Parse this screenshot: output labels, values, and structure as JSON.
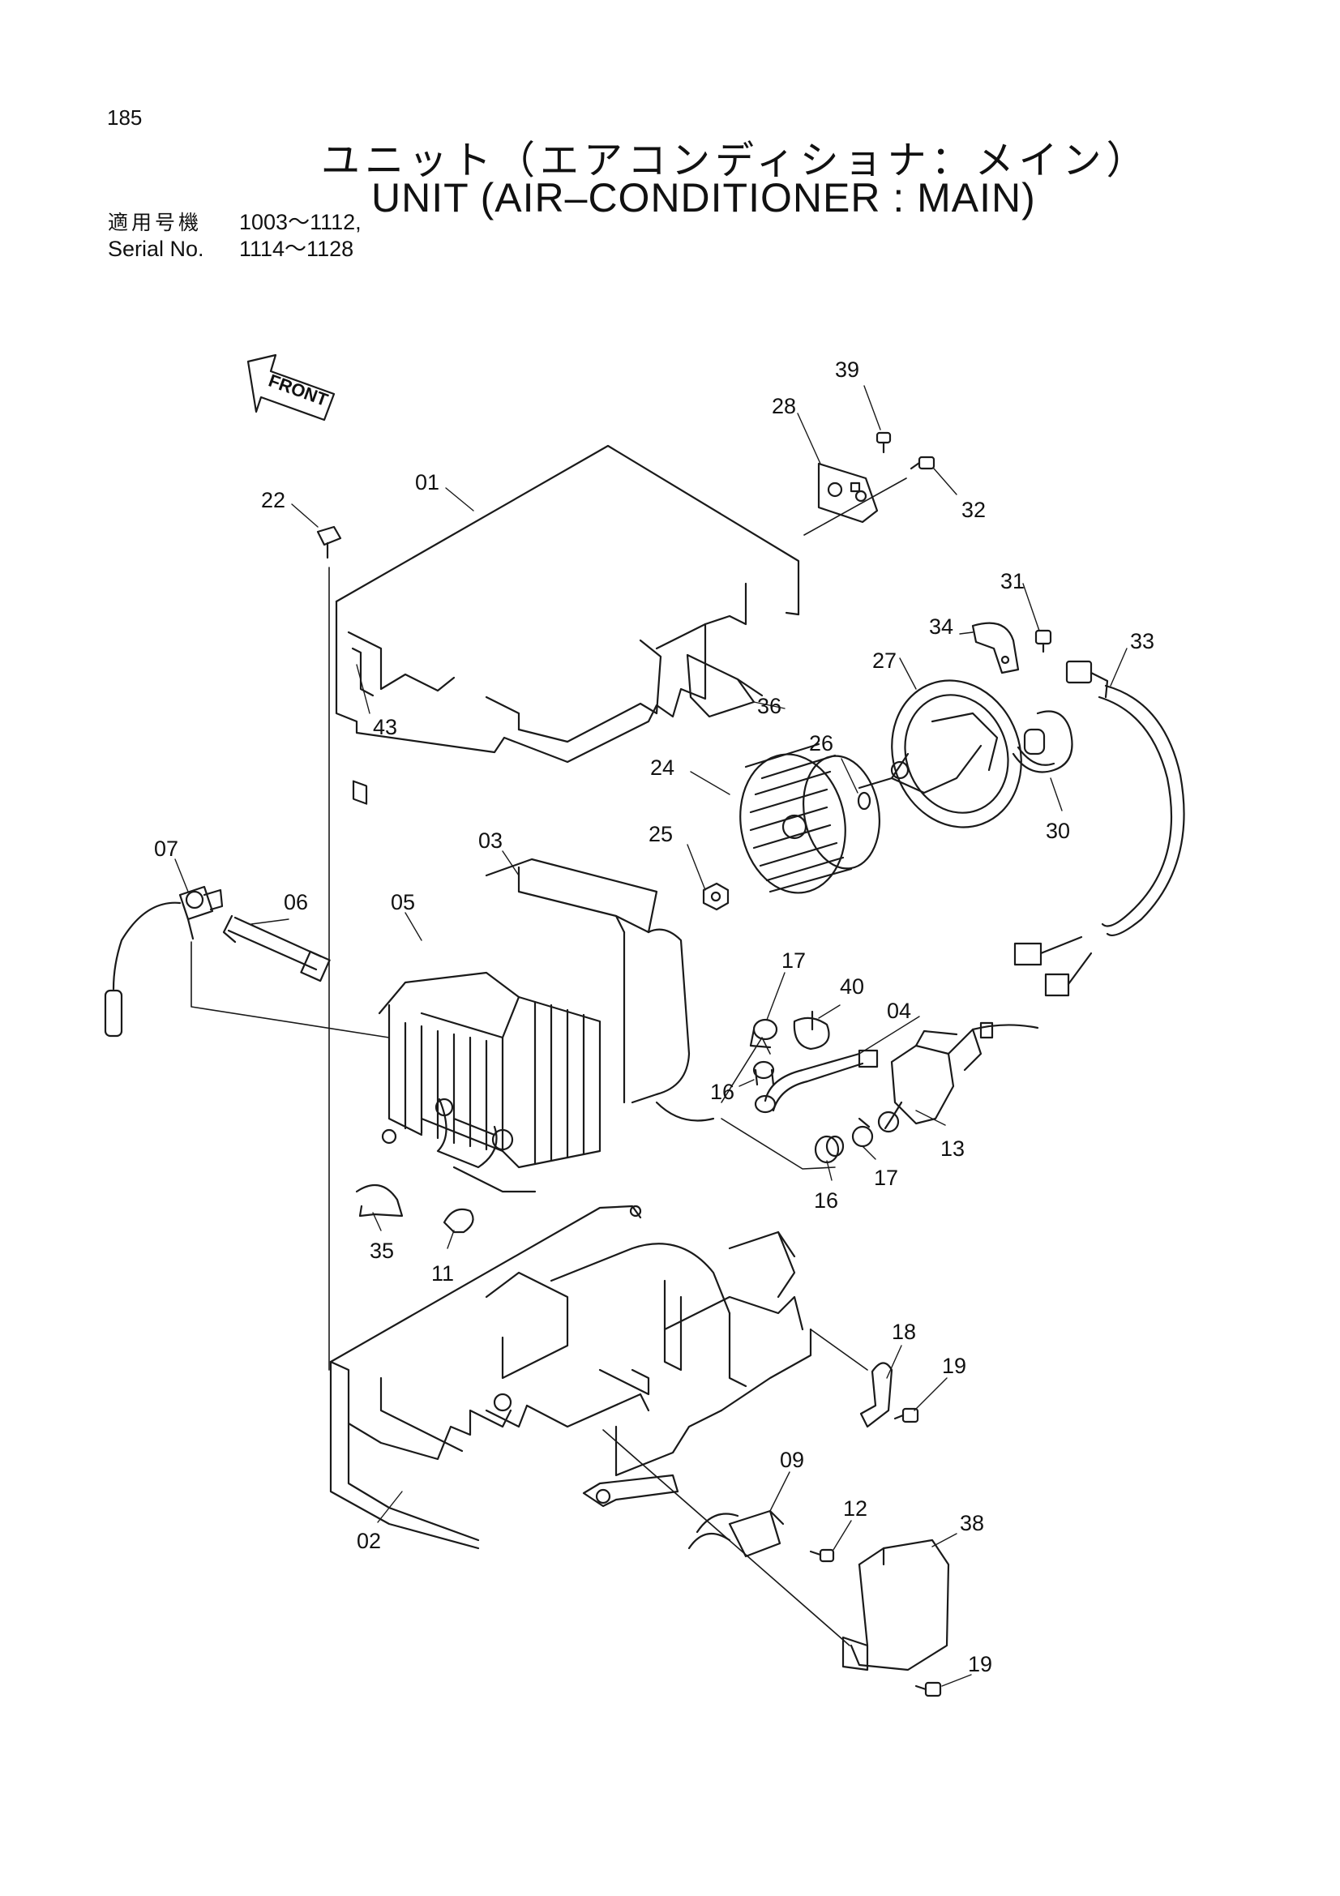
{
  "page": {
    "number": "185",
    "title_jp": "ユニット（エアコンディショナ：メイン）",
    "title_en": "UNIT (AIR–CONDITIONER : MAIN)"
  },
  "serials": [
    {
      "label": "適用号機",
      "value": "1003～1112,"
    },
    {
      "label": "Serial No.",
      "value": "1114～1128"
    }
  ],
  "front_arrow_label": "FRONT",
  "callouts": [
    "39",
    "28",
    "32",
    "01",
    "22",
    "31",
    "34",
    "33",
    "27",
    "36",
    "43",
    "26",
    "24",
    "30",
    "25",
    "03",
    "07",
    "06",
    "05",
    "17",
    "40",
    "04",
    "16",
    "13",
    "16",
    "17",
    "35",
    "11",
    "18",
    "19",
    "09",
    "12",
    "38",
    "02",
    "19"
  ]
}
